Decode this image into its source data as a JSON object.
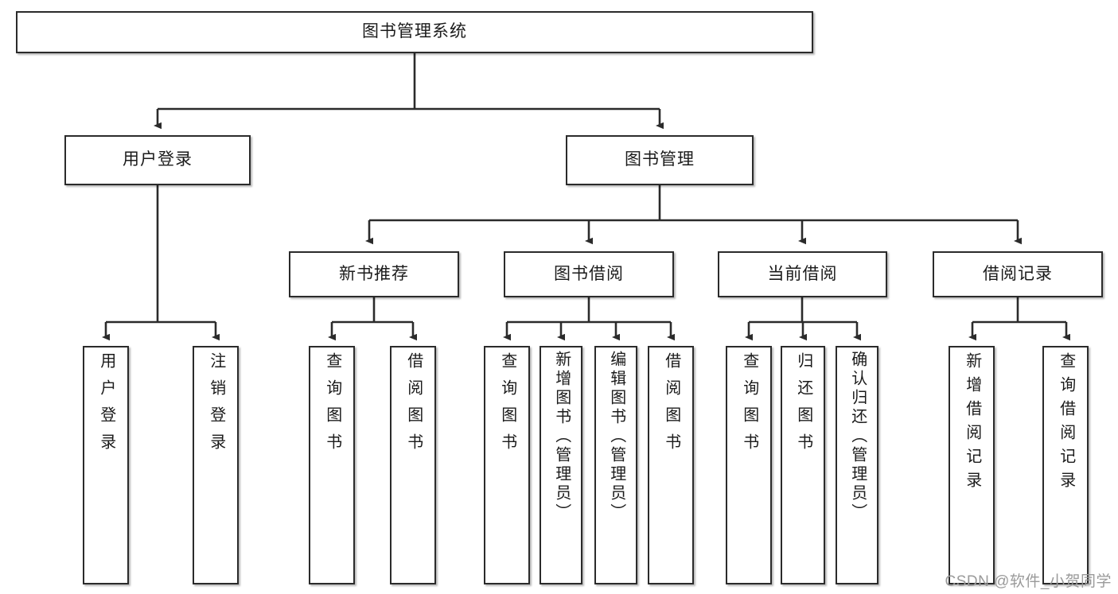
{
  "diagram": {
    "title": "图书管理系统",
    "type": "tree-hierarchy",
    "root": {
      "label": "图书管理系统"
    },
    "level2": [
      {
        "label": "用户登录"
      },
      {
        "label": "图书管理"
      }
    ],
    "level3": [
      {
        "label": "新书推荐"
      },
      {
        "label": "图书借阅"
      },
      {
        "label": "当前借阅"
      },
      {
        "label": "借阅记录"
      }
    ],
    "leaves": {
      "user_login": [
        {
          "label": "用户登录"
        },
        {
          "label": "注销登录"
        }
      ],
      "new_book_recommend": [
        {
          "label": "查询图书"
        },
        {
          "label": "借阅图书"
        }
      ],
      "book_borrow": [
        {
          "label": "查询图书"
        },
        {
          "label": "新增图书（管理员）"
        },
        {
          "label": "编辑图书（管理员）"
        },
        {
          "label": "借阅图书"
        }
      ],
      "current_borrow": [
        {
          "label": "查询图书"
        },
        {
          "label": "归还图书"
        },
        {
          "label": "确认归还（管理员）"
        }
      ],
      "borrow_record": [
        {
          "label": "新增借阅记录"
        },
        {
          "label": "查询借阅记录"
        }
      ]
    }
  },
  "watermark": {
    "text": "CSDN @软件_小贺同学"
  },
  "colors": {
    "box_border": "#2b2b2b",
    "box_fill": "#ffffff",
    "edge": "#2b2b2b",
    "text": "#1b1b1b",
    "watermark": "#9a9a9a",
    "background": "#ffffff"
  }
}
